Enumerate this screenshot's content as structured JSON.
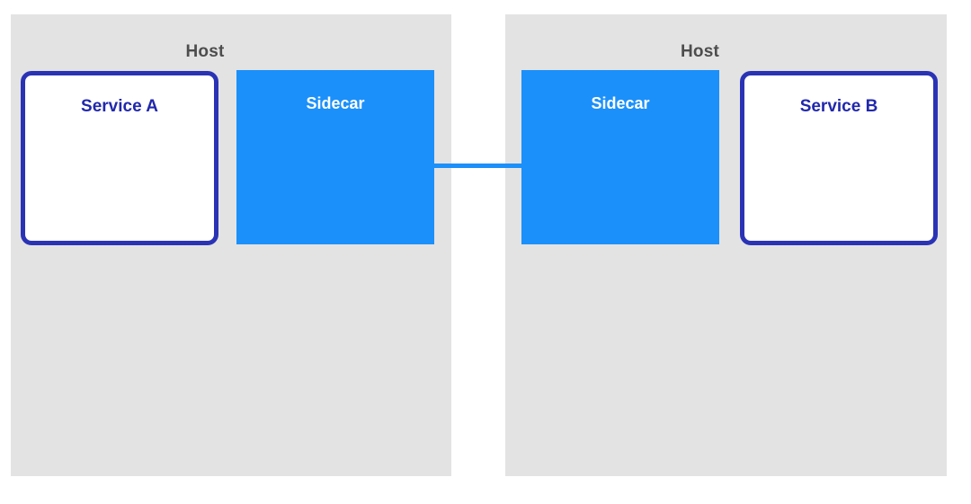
{
  "diagram": {
    "hosts": [
      {
        "label": "Host",
        "service": {
          "label": "Service A"
        },
        "sidecar": {
          "label": "Sidecar"
        },
        "arrangement": "service-left-sidecar-right"
      },
      {
        "label": "Host",
        "service": {
          "label": "Service B"
        },
        "sidecar": {
          "label": "Sidecar"
        },
        "arrangement": "sidecar-left-service-right"
      }
    ],
    "connector": {
      "from": "host-1-sidecar",
      "to": "host-2-sidecar",
      "style": "horizontal-line"
    },
    "colors": {
      "host_bg": "#E3E3E3",
      "host_label": "#4D4D4D",
      "sidecar_fill": "#1B90FA",
      "sidecar_label": "#FFFFFF",
      "service_border": "#2B33B5",
      "service_label": "#2128AC",
      "connector": "#1B90FA",
      "page_bg": "#FFFFFF"
    }
  }
}
